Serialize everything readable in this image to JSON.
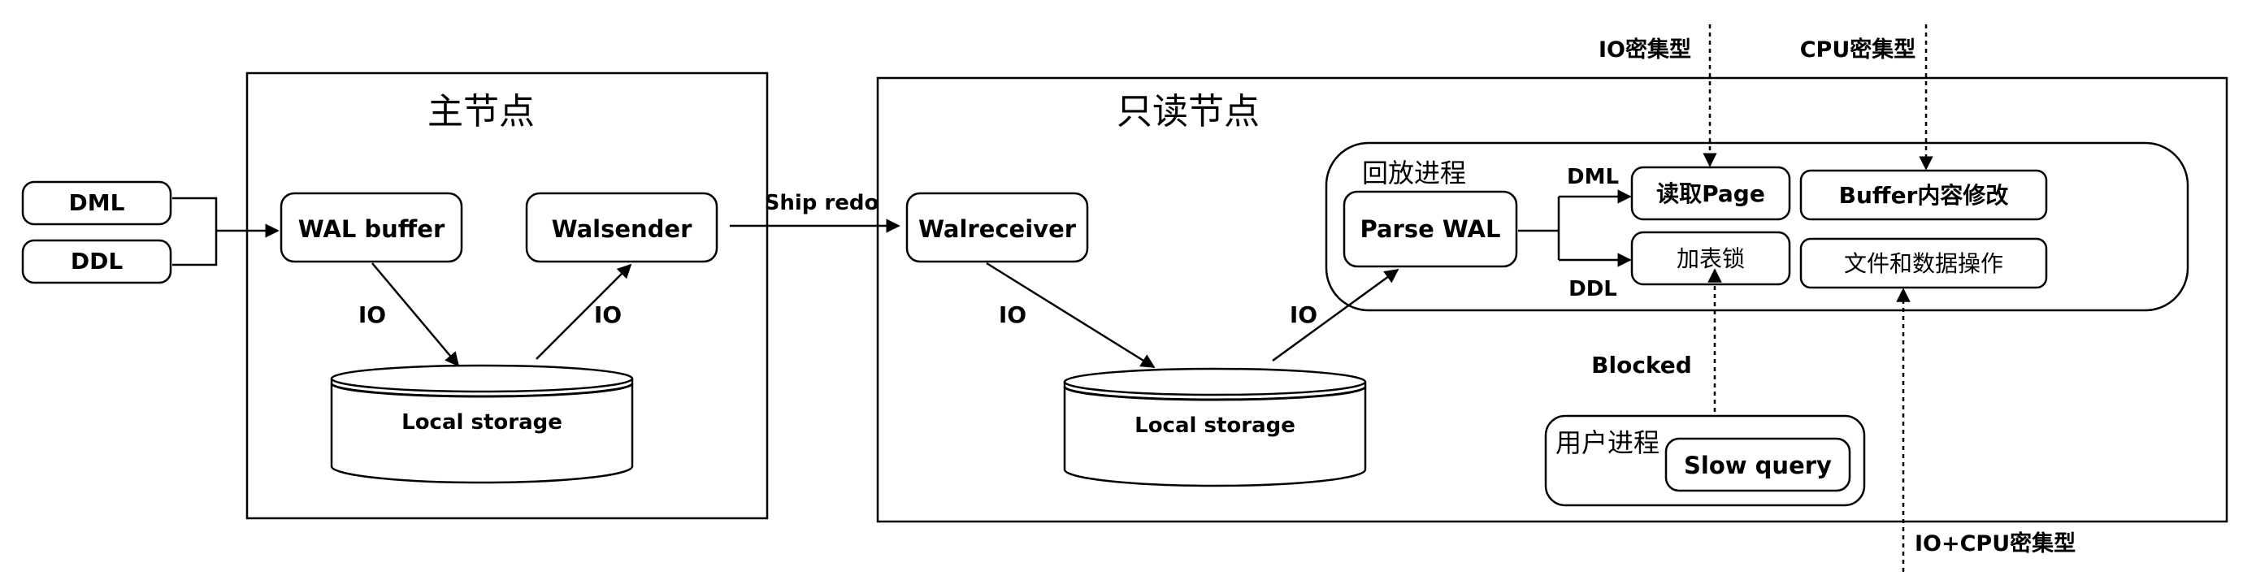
{
  "primary": {
    "title": "主节点",
    "wal_buffer": "WAL buffer",
    "walsender": "Walsender",
    "io_write": "IO",
    "io_read": "IO",
    "storage": "Local storage"
  },
  "inputs": {
    "dml": "DML",
    "ddl": "DDL"
  },
  "ship_redo": "Ship redo",
  "replica": {
    "title": "只读节点",
    "walreceiver": "Walreceiver",
    "io_write": "IO",
    "io_read": "IO",
    "storage": "Local storage"
  },
  "replay": {
    "title": "回放进程",
    "parse_wal": "Parse WAL",
    "dml": "DML",
    "ddl": "DDL",
    "read_page": "读取Page",
    "lock_table": "加表锁",
    "buffer_modify": "Buffer内容修改",
    "file_data_ops": "文件和数据操作"
  },
  "blocked": "Blocked",
  "user_process": {
    "title": "用户进程",
    "slow_query": "Slow query"
  },
  "annotations": {
    "io_intensive": "IO密集型",
    "cpu_intensive": "CPU密集型",
    "io_cpu_intensive": "IO+CPU密集型"
  }
}
